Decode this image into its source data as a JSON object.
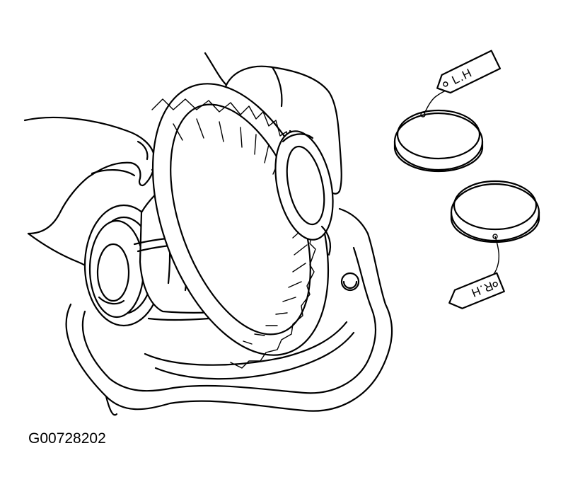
{
  "figure": {
    "code": "G00728202",
    "tags": {
      "left": "L.H",
      "right": "R.H"
    }
  }
}
